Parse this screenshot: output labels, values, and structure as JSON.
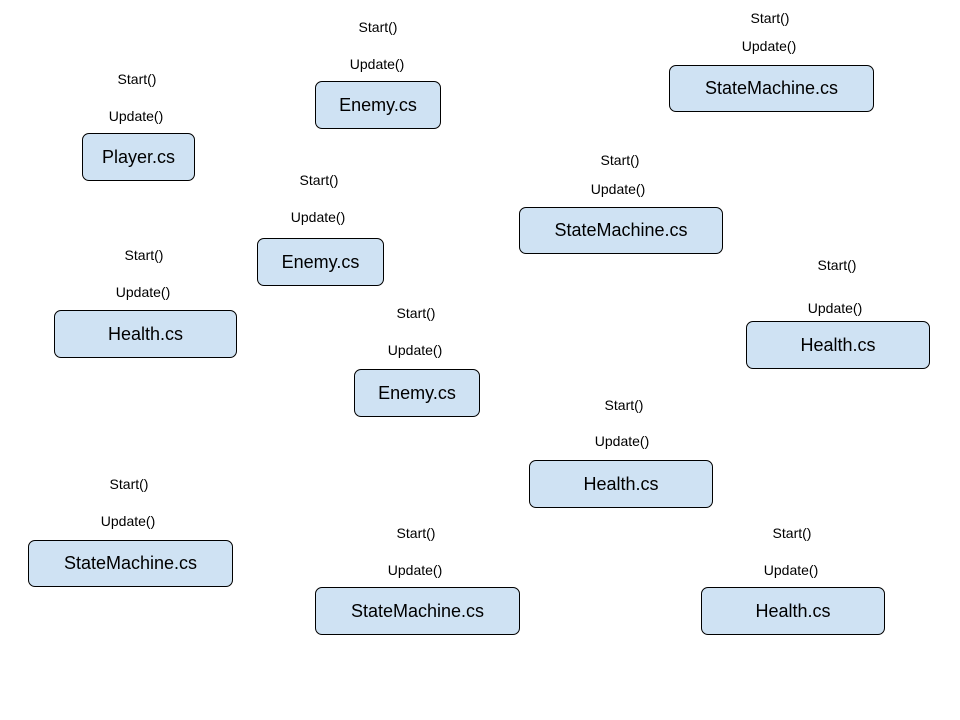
{
  "colors": {
    "box_fill": "#cfe2f3",
    "box_border": "#000000",
    "text": "#000000",
    "background": "#ffffff"
  },
  "nodes": [
    {
      "name": "Player.cs",
      "methods": [
        "Start()",
        "Update()"
      ]
    },
    {
      "name": "Enemy.cs",
      "methods": [
        "Start()",
        "Update()"
      ]
    },
    {
      "name": "StateMachine.cs",
      "methods": [
        "Start()",
        "Update()"
      ]
    },
    {
      "name": "Enemy.cs",
      "methods": [
        "Start()",
        "Update()"
      ]
    },
    {
      "name": "StateMachine.cs",
      "methods": [
        "Start()",
        "Update()"
      ]
    },
    {
      "name": "Health.cs",
      "methods": [
        "Start()",
        "Update()"
      ]
    },
    {
      "name": "Health.cs",
      "methods": [
        "Start()",
        "Update()"
      ]
    },
    {
      "name": "Enemy.cs",
      "methods": [
        "Start()",
        "Update()"
      ]
    },
    {
      "name": "Health.cs",
      "methods": [
        "Start()",
        "Update()"
      ]
    },
    {
      "name": "StateMachine.cs",
      "methods": [
        "Start()",
        "Update()"
      ]
    },
    {
      "name": "StateMachine.cs",
      "methods": [
        "Start()",
        "Update()"
      ]
    },
    {
      "name": "Health.cs",
      "methods": [
        "Start()",
        "Update()"
      ]
    }
  ]
}
